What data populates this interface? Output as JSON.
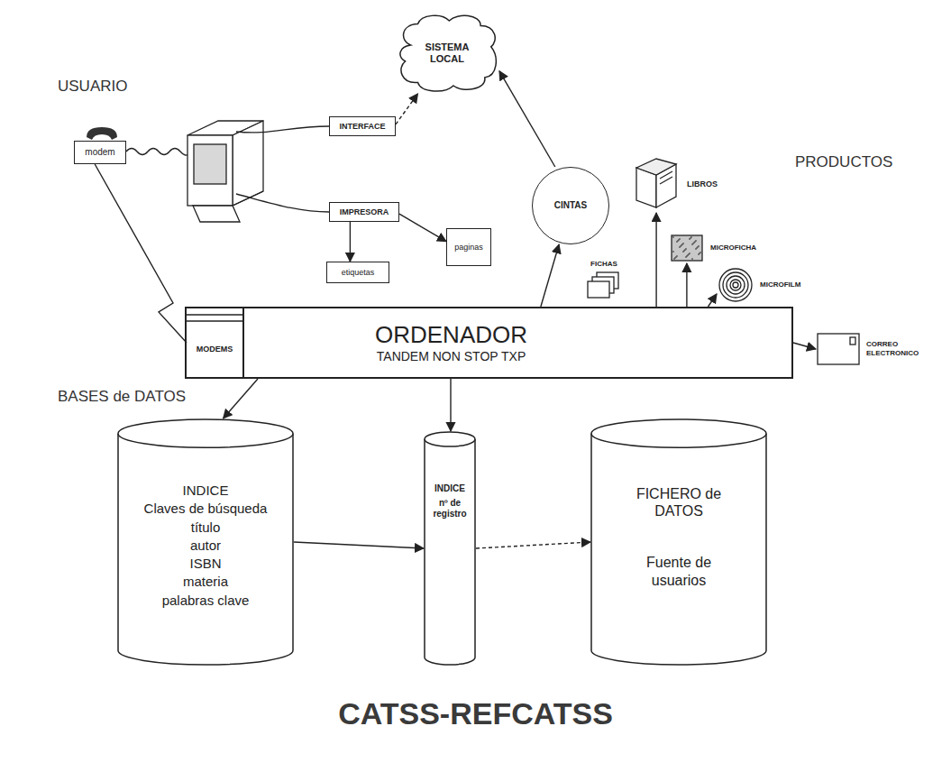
{
  "diagram": {
    "title": "CATSS-REFCATSS",
    "nodes": [
      {
        "text": [
          "SISTEMA LOCAL"
        ]
      },
      {
        "text": [
          "modem"
        ]
      },
      {
        "text": [
          "INTERFACE"
        ]
      },
      {
        "text": [
          "IMPRESORA"
        ]
      },
      {
        "text": [
          "paginas"
        ]
      },
      {
        "text": [
          "etiquetas"
        ]
      },
      {
        "text": [
          "CINTAS"
        ]
      },
      {
        "text": [
          "LIBROS"
        ]
      },
      {
        "text": [
          "MICROFICHA"
        ]
      },
      {
        "text": [
          "FICHAS"
        ]
      },
      {
        "text": [
          "MICROFILM"
        ]
      },
      {
        "text": [
          "ORDENADOR",
          "TANDEM NON STOP TXP"
        ]
      },
      {
        "text": [
          "MODEMS"
        ],
        "in": 11
      },
      {
        "text": [
          "CORREO ELECTRONICO"
        ]
      },
      {
        "text": [
          "INDICE",
          "Claves de búsqueda",
          "título",
          "autor",
          "ISBN",
          "materia",
          "palabras clave"
        ]
      },
      {
        "text": [
          "INDICE",
          "nº de registro"
        ]
      },
      {
        "text": [
          "FICHERO de DATOS",
          "Fuente de usuarios"
        ]
      }
    ],
    "edges": [
      {
        "from": 1,
        "to": 12,
        "arrow": "none"
      },
      {
        "from": 2,
        "to": 0,
        "arrow": "to"
      },
      {
        "from": 3,
        "to": 4,
        "arrow": "to"
      },
      {
        "from": 3,
        "to": 5,
        "arrow": "to"
      },
      {
        "from": 11,
        "to": 6,
        "arrow": "to"
      },
      {
        "from": 6,
        "to": 0,
        "arrow": "to"
      },
      {
        "from": 11,
        "to": 7,
        "arrow": "to"
      },
      {
        "from": 11,
        "to": 8,
        "arrow": "to"
      },
      {
        "from": 11,
        "to": 10,
        "arrow": "to"
      },
      {
        "from": 11,
        "to": 13,
        "arrow": "to"
      },
      {
        "from": 11,
        "to": 14,
        "arrow": "to"
      },
      {
        "from": 11,
        "to": 15,
        "arrow": "to"
      },
      {
        "from": 14,
        "to": 15,
        "arrow": "to"
      },
      {
        "from": 15,
        "to": 16,
        "arrow": "to"
      }
    ],
    "labels": [
      "USUARIO",
      "PRODUCTOS",
      "BASES de DATOS"
    ]
  }
}
